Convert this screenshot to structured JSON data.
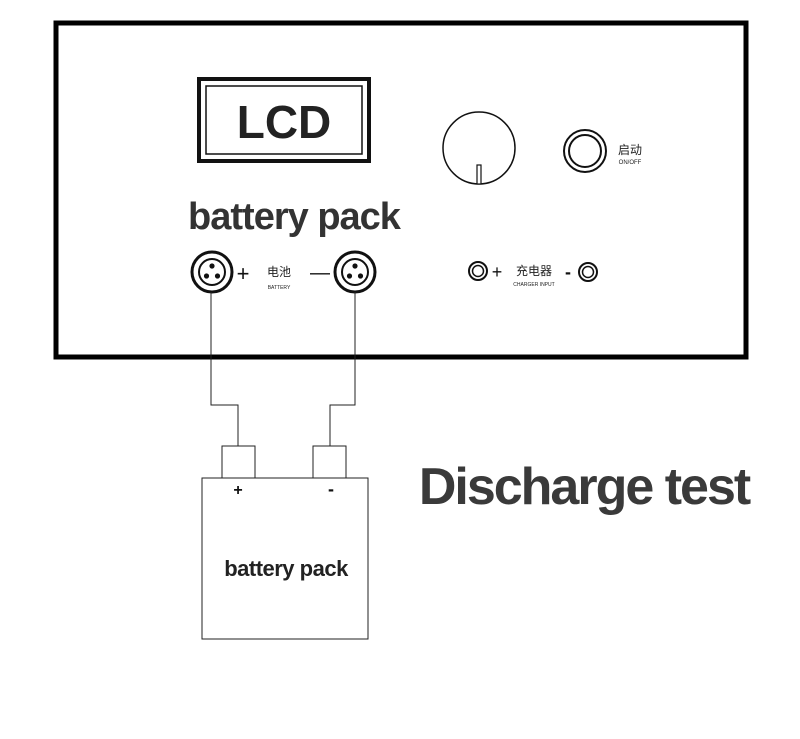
{
  "panel": {
    "lcd_label": "LCD",
    "battery_title": "battery pack",
    "battery_plus": "+",
    "battery_minus": "—",
    "battery_label_cn": "电池",
    "battery_label_en": "BATTERY",
    "knob_icon": "rotary-knob-icon",
    "power_label_cn": "启动",
    "power_label_en": "ON/OFF",
    "charger_plus": "+",
    "charger_label_cn": "充电器",
    "charger_minus": "-",
    "charger_label_en": "CHARGER INPUT"
  },
  "battery": {
    "plus": "+",
    "minus": "-",
    "label": "battery pack"
  },
  "caption": "Discharge test"
}
